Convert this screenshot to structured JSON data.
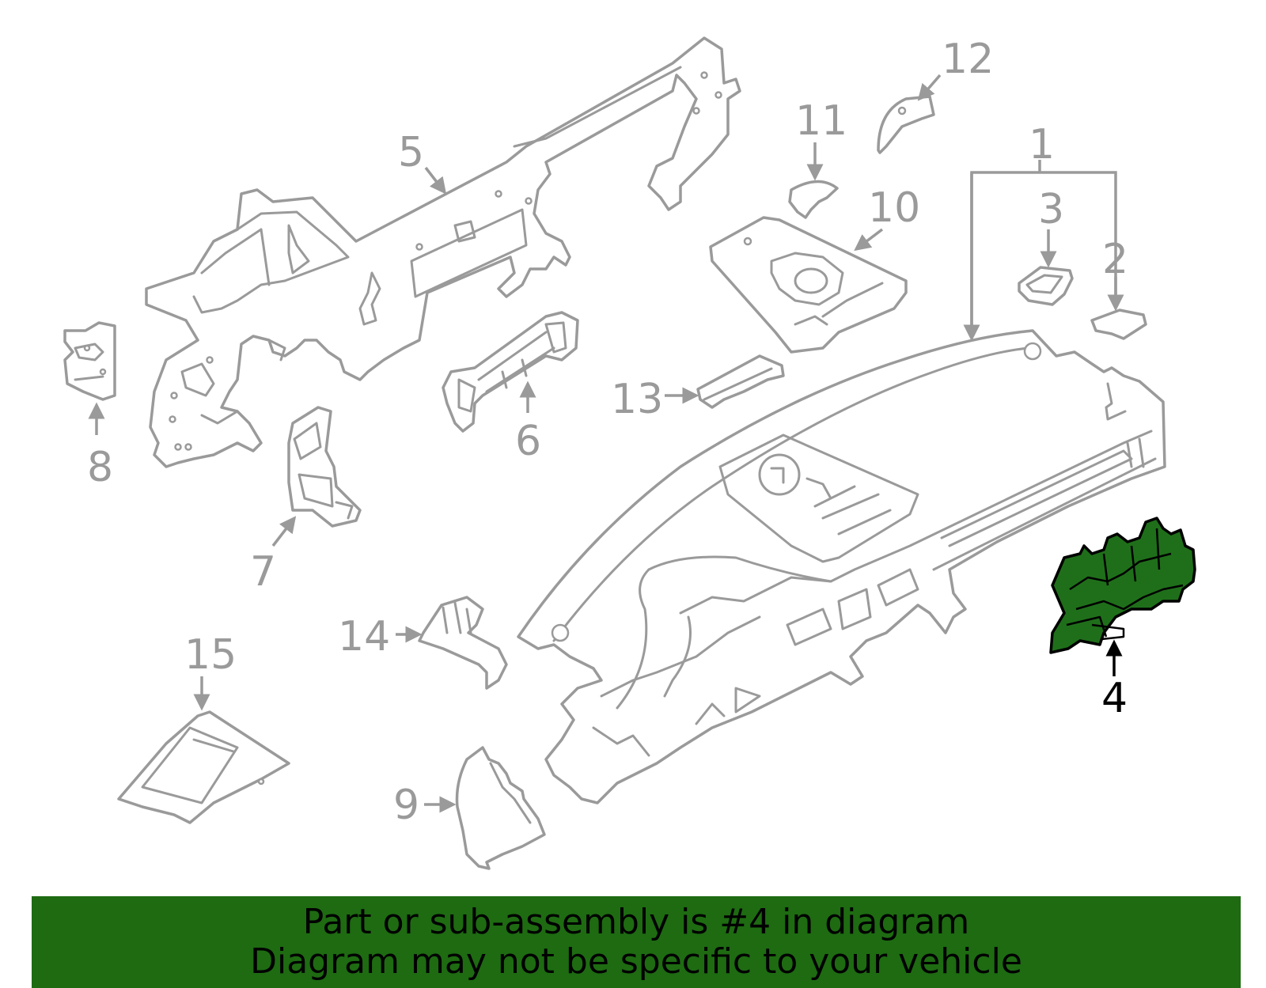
{
  "diagram": {
    "highlighted_part": "4",
    "highlight_color": "#1f6f1a",
    "line_color": "#9a9a9a",
    "callouts": {
      "c1": "1",
      "c2": "2",
      "c3": "3",
      "c4": "4",
      "c5": "5",
      "c6": "6",
      "c7": "7",
      "c8": "8",
      "c9": "9",
      "c10": "10",
      "c11": "11",
      "c12": "12",
      "c13": "13",
      "c14": "14",
      "c15": "15"
    }
  },
  "banner": {
    "line1": "Part or sub-assembly is #4 in diagram",
    "line2": "Diagram may not be specific to your vehicle",
    "color": "#1e6b12"
  }
}
